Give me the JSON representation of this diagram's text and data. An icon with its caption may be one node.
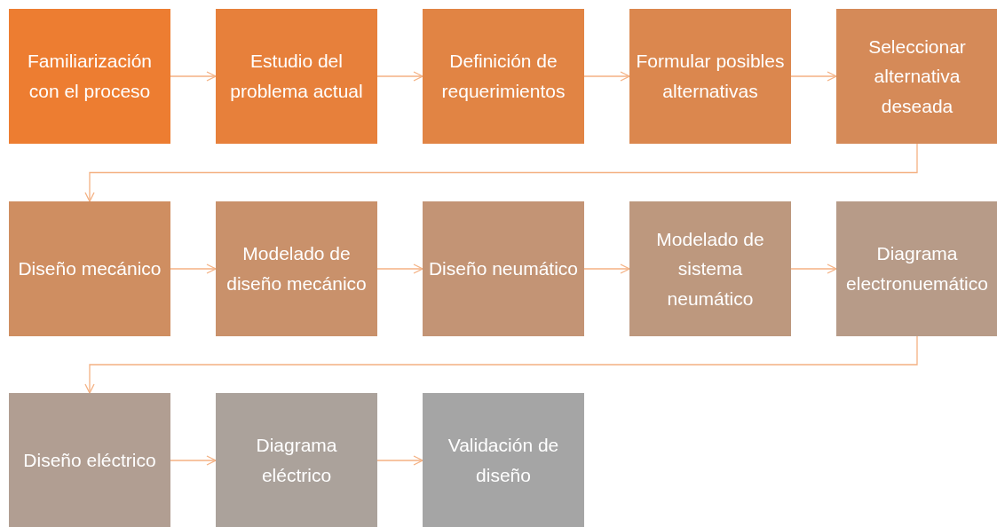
{
  "diagram": {
    "nodes": [
      {
        "text": [
          "Familiarización con el proceso"
        ]
      },
      {
        "text": [
          "Estudio del problema actual"
        ]
      },
      {
        "text": [
          "Definición de requerimientos"
        ]
      },
      {
        "text": [
          "Formular posibles alternativas"
        ]
      },
      {
        "text": [
          "Seleccionar alternativa deseada"
        ]
      },
      {
        "text": [
          "Diseño mecánico"
        ]
      },
      {
        "text": [
          "Modelado de diseño mecánico"
        ]
      },
      {
        "text": [
          "Diseño neumático"
        ]
      },
      {
        "text": [
          "Modelado de sistema neumático"
        ]
      },
      {
        "text": [
          "Diagrama electronuemático"
        ]
      },
      {
        "text": [
          "Diseño eléctrico"
        ]
      },
      {
        "text": [
          "Diagrama eléctrico"
        ]
      },
      {
        "text": [
          "Validación de diseño"
        ]
      }
    ],
    "edges": [
      {
        "from": 0,
        "to": 1,
        "arrow": "to"
      },
      {
        "from": 1,
        "to": 2,
        "arrow": "to"
      },
      {
        "from": 2,
        "to": 3,
        "arrow": "to"
      },
      {
        "from": 3,
        "to": 4,
        "arrow": "to"
      },
      {
        "from": 4,
        "to": 5,
        "arrow": "to"
      },
      {
        "from": 5,
        "to": 6,
        "arrow": "to"
      },
      {
        "from": 6,
        "to": 7,
        "arrow": "to"
      },
      {
        "from": 7,
        "to": 8,
        "arrow": "to"
      },
      {
        "from": 8,
        "to": 9,
        "arrow": "to"
      },
      {
        "from": 9,
        "to": 10,
        "arrow": "to"
      },
      {
        "from": 10,
        "to": 11,
        "arrow": "to"
      },
      {
        "from": 11,
        "to": 12,
        "arrow": "to"
      }
    ]
  }
}
